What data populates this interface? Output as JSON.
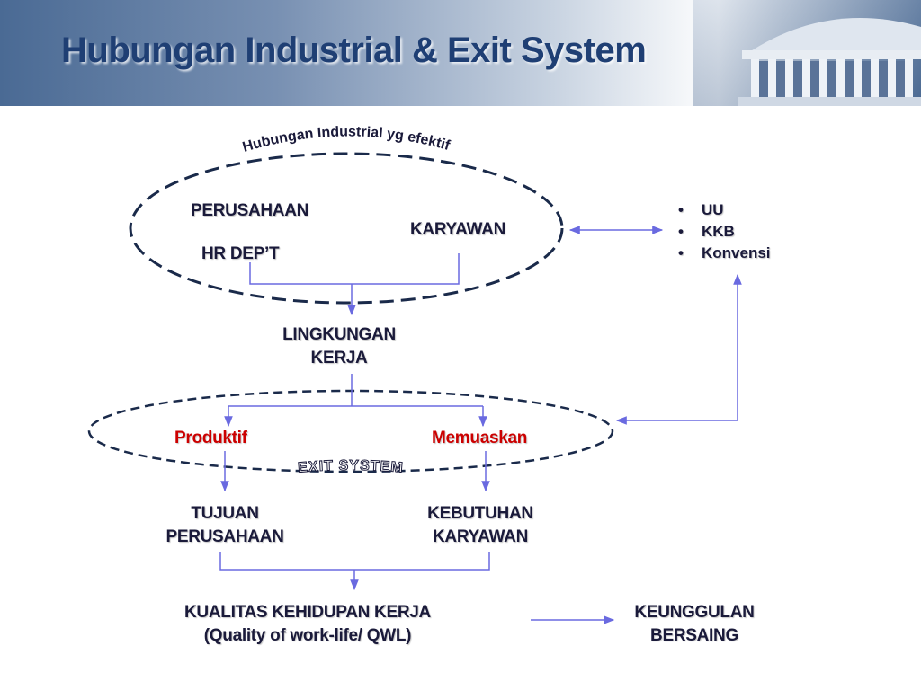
{
  "title": "Hubungan Industrial & Exit System",
  "top_caption": "Hubungan Industrial yg efektif",
  "upper_group": {
    "perusahaan": "PERUSAHAAN",
    "hr_dept": "HR DEP’T",
    "karyawan": "KARYAWAN"
  },
  "regulations": [
    "UU",
    "KKB",
    "Konvensi"
  ],
  "lingkungan": [
    "LINGKUNGAN",
    "KERJA"
  ],
  "exit_group": {
    "produktif": "Produktif",
    "memuaskan": "Memuaskan",
    "caption": "EXIT SYSTEM"
  },
  "tujuan": [
    "TUJUAN",
    "PERUSAHAAN"
  ],
  "kebutuhan": [
    "KEBUTUHAN",
    "KARYAWAN"
  ],
  "qwl": [
    "KUALITAS KEHIDUPAN KERJA",
    "(Quality of work-life/ QWL)"
  ],
  "keunggulan": [
    "KEUNGGULAN",
    "BERSAING"
  ],
  "colors": {
    "title": "#1f3f74",
    "arrow": "#6a6ae0",
    "ellipse": "#1a2a4a",
    "highlight": "#cc0000"
  }
}
